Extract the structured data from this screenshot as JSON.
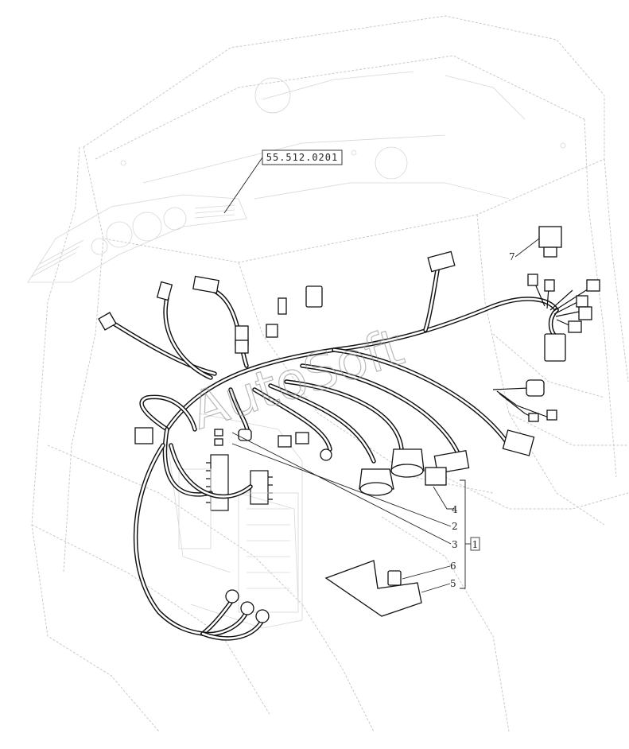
{
  "reference_code": "55.512.0201",
  "watermark": "AutoSoft",
  "group_marker": "1",
  "callouts": [
    {
      "label": "7"
    },
    {
      "label": "4"
    },
    {
      "label": "2"
    },
    {
      "label": "3"
    },
    {
      "label": "6"
    },
    {
      "label": "5"
    }
  ]
}
